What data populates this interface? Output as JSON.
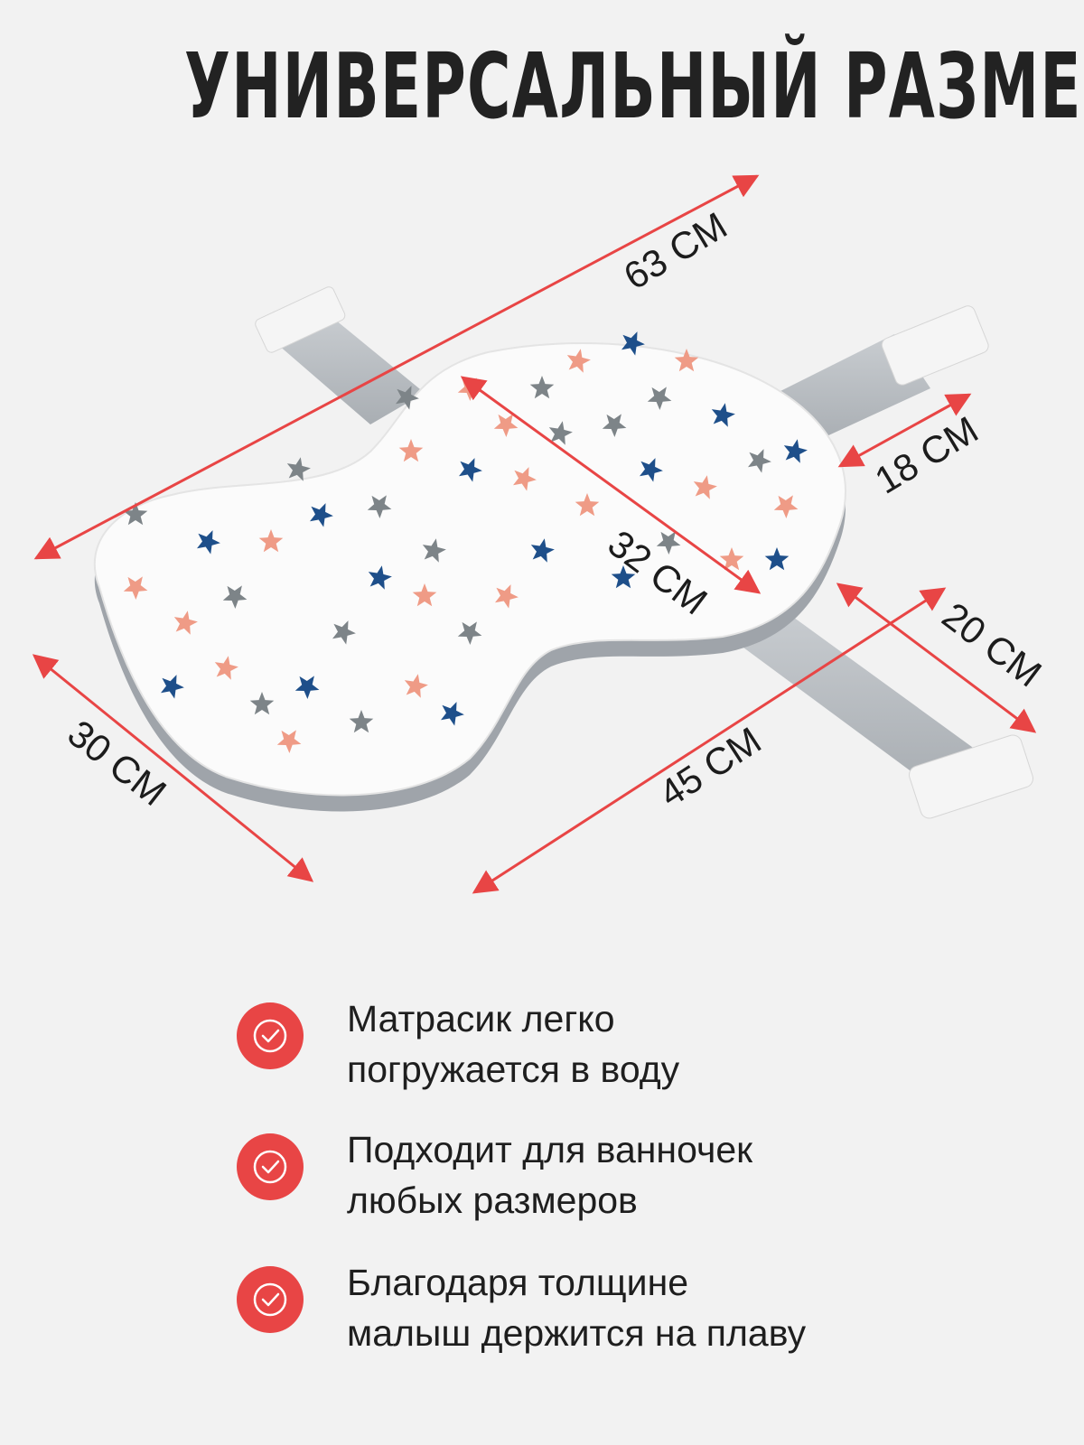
{
  "title": "УНИВЕРСАЛЬНЫЙ РАЗМЕР",
  "dimensions": {
    "length_total": "63 CM",
    "strap_top": "18 CM",
    "body_length": "32 CM",
    "strap_bottom": "20 CM",
    "width_head": "30 CM",
    "width_body": "45 CM"
  },
  "features": [
    {
      "line1": "Матрасик легко",
      "line2": "погружается в воду"
    },
    {
      "line1": "Подходит для ванночек",
      "line2": "любых размеров"
    },
    {
      "line1": "Благодаря толщине",
      "line2": "малыш держится на плаву"
    }
  ],
  "colors": {
    "accent": "#e84545",
    "star_navy": "#1e4f8a",
    "star_salmon": "#ef9b86",
    "star_gray": "#7d8488"
  },
  "icons": {
    "check": "check-circle-icon"
  }
}
